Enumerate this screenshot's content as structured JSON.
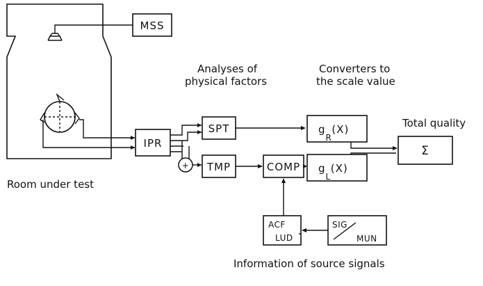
{
  "labels": {
    "analyses_line1": "Analyses of",
    "analyses_line2": "physical factors",
    "converters_line1": "Converters to",
    "converters_line2": "the scale value",
    "total_quality": "Total quality",
    "room_under_test": "Room under test",
    "information": "Information of source signals"
  },
  "blocks": {
    "mss": "MSS",
    "ipr": "IPR",
    "spt": "SPT",
    "tmp": "TMP",
    "comp": "COMP",
    "gr": "g",
    "gr_sub": "R",
    "gr_arg": "(X)",
    "gl": "g",
    "gl_sub": "L",
    "gl_arg": "(X)",
    "sum": "Σ",
    "acf": "ACF",
    "lud": "LUD",
    "sig": "SIG",
    "mun": "MUN",
    "plus": "+"
  }
}
